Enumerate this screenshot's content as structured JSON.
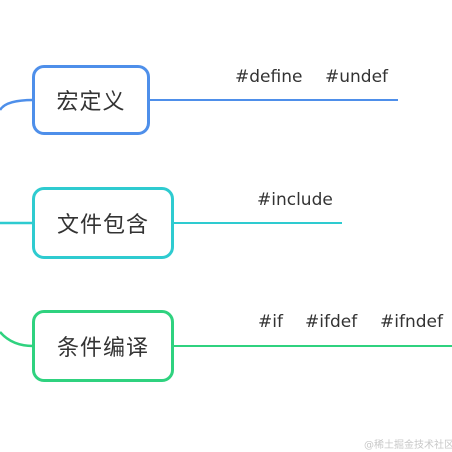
{
  "colors": {
    "branch_1": "#4e8fea",
    "branch_2": "#2ecbd0",
    "branch_3": "#2fd27f"
  },
  "nodes": [
    {
      "label": "宏定义",
      "details": [
        "#define",
        "#undef"
      ]
    },
    {
      "label": "文件包含",
      "details": [
        "#include"
      ]
    },
    {
      "label": "条件编译",
      "details": [
        "#if",
        "#ifdef",
        "#ifndef"
      ]
    }
  ],
  "watermark": "@稀土掘金技术社区"
}
